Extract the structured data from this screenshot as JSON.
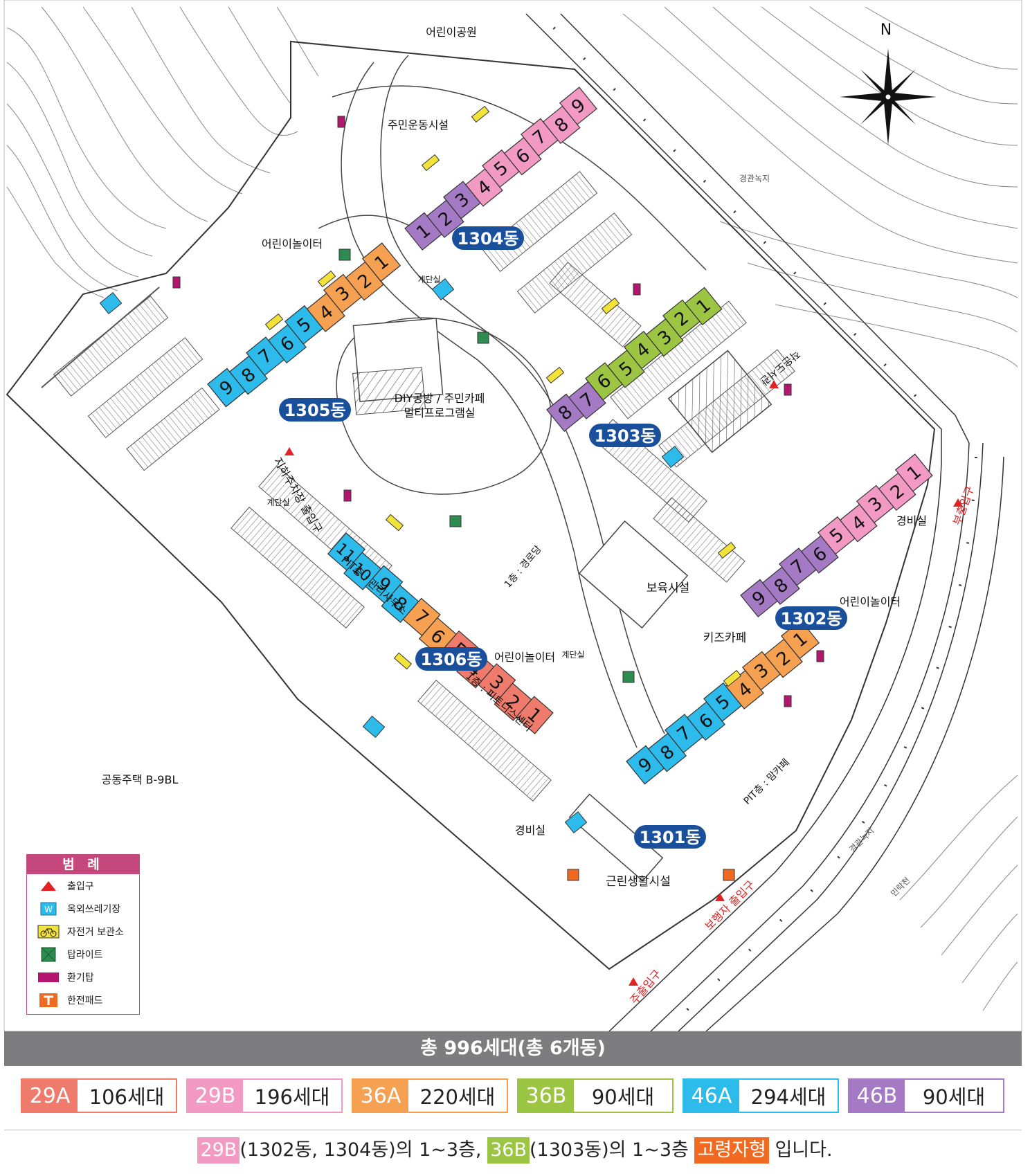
{
  "map": {
    "labels": {
      "children_park": "어린이공원",
      "fitness": "주민운동시설",
      "playground_nw": "어린이놀이터",
      "stair_1": "계단실",
      "stair_2": "계단실",
      "stair_3": "계단실",
      "diy": "DIY공방 / 주민카페",
      "multi": "멀티프로그램실",
      "parking_entrance": "지하주차장 출입구",
      "library": "작은도서관",
      "daycare": "보육시설",
      "kidscafe": "키즈카페",
      "playground_center": "어린이놀이터",
      "playground_east": "어린이놀이터",
      "guard_1": "경비실",
      "guard_2": "경비실",
      "neighborhood": "근린생활시설",
      "mgmt_office": "PIT층 : 관리사무소",
      "senior_hall": "1층 : 경로당",
      "fitness_center": "1층 : 피트니스센터",
      "community_center": "PIT층 : 맘카페",
      "housing_b9": "공동주택 B-9BL",
      "green_1": "경관녹지",
      "green_2": "경관녹지",
      "stream": "민락천",
      "north": "N",
      "main_entrance": "주출입구",
      "sub_entrance": "부출입구",
      "ped_entrance": "보행자 출입구"
    },
    "buildings": [
      {
        "name": "1301동",
        "units": [
          "1",
          "2",
          "3",
          "4",
          "5",
          "6",
          "7",
          "8",
          "9"
        ]
      },
      {
        "name": "1302동",
        "units": [
          "1",
          "2",
          "3",
          "4",
          "5",
          "6",
          "7",
          "8",
          "9"
        ]
      },
      {
        "name": "1303동",
        "units": [
          "1",
          "2",
          "3",
          "4",
          "5",
          "6",
          "7",
          "8"
        ]
      },
      {
        "name": "1304동",
        "units": [
          "1",
          "2",
          "3",
          "4",
          "5",
          "6",
          "7",
          "8",
          "9"
        ]
      },
      {
        "name": "1305동",
        "units": [
          "1",
          "2",
          "3",
          "4",
          "5",
          "6",
          "7",
          "8",
          "9"
        ]
      },
      {
        "name": "1306동",
        "units": [
          "1",
          "2",
          "3",
          "4",
          "5",
          "6",
          "7",
          "8",
          "9",
          "10",
          "11"
        ]
      }
    ]
  },
  "colors": {
    "29A": "#ef7b6d",
    "29B": "#f29ac4",
    "36A": "#f6a052",
    "36B": "#9cc544",
    "46A": "#2cbbea",
    "46B": "#a57ac4",
    "label_bg": "#1a4f9c",
    "accent_red": "#e02424"
  },
  "legend": {
    "title": "범 례",
    "items": [
      {
        "icon": "entrance-triangle-icon",
        "label": "출입구"
      },
      {
        "icon": "trash-area-icon",
        "label": "옥외쓰레기장"
      },
      {
        "icon": "bicycle-icon",
        "label": "자전거 보관소"
      },
      {
        "icon": "toplight-icon",
        "label": "탑라이트"
      },
      {
        "icon": "vent-icon",
        "label": "환기탑"
      },
      {
        "icon": "power-pad-icon",
        "label": "한전패드"
      }
    ]
  },
  "summary": {
    "total": "총 996세대(총 6개동)",
    "units": [
      {
        "code": "29A",
        "count": "106세대"
      },
      {
        "code": "29B",
        "count": "196세대"
      },
      {
        "code": "36A",
        "count": "220세대"
      },
      {
        "code": "36B",
        "count": "90세대"
      },
      {
        "code": "46A",
        "count": "294세대"
      },
      {
        "code": "46B",
        "count": "90세대"
      }
    ],
    "note": {
      "tag1": "29B",
      "text1": "(1302동, 1304동)의 1~3층,",
      "tag2": "36B",
      "text2": "(1303동)의 1~3층",
      "tag3": "고령자형",
      "text3": "입니다."
    }
  }
}
